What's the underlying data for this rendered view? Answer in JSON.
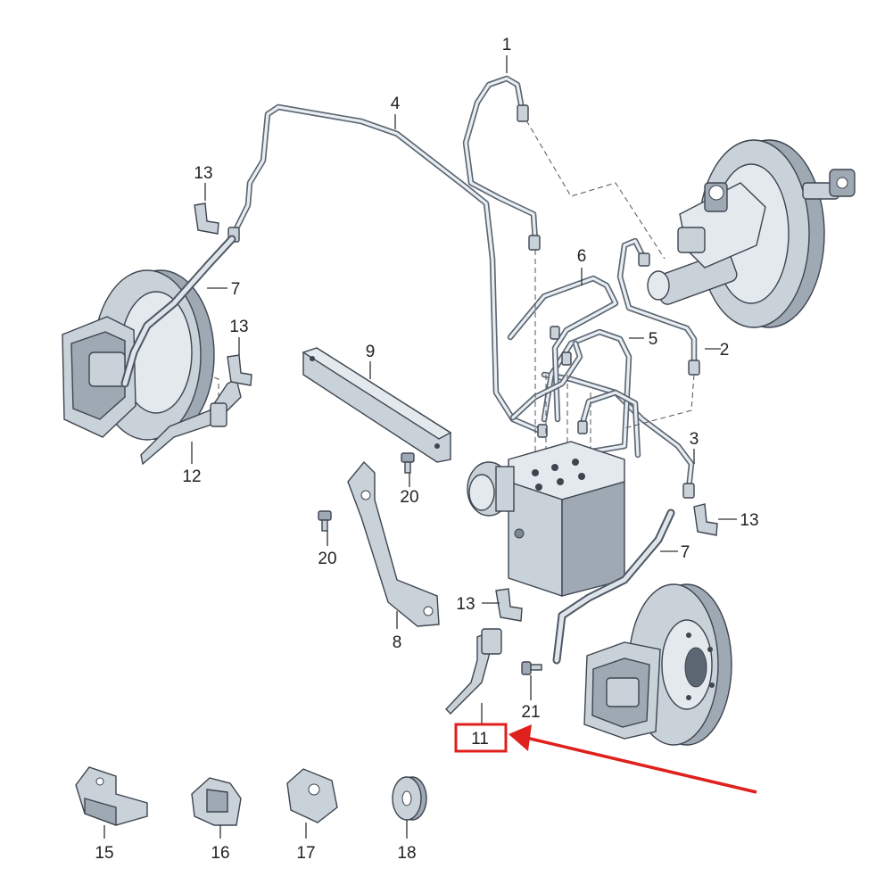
{
  "callouts": {
    "c1": "1",
    "c2": "2",
    "c3": "3",
    "c4": "4",
    "c5": "5",
    "c6": "6",
    "c7a": "7",
    "c7b": "7",
    "c8": "8",
    "c9": "9",
    "c11": "11",
    "c12": "12",
    "c13a": "13",
    "c13b": "13",
    "c13c": "13",
    "c13d": "13",
    "c15": "15",
    "c16": "16",
    "c17": "17",
    "c18": "18",
    "c20a": "20",
    "c20b": "20",
    "c21": "21"
  },
  "colors": {
    "highlight": "#e0201c",
    "line": "#333333",
    "part_fill": "#c9d1d9",
    "part_stroke": "#3d4550"
  },
  "highlighted_callout": "11"
}
